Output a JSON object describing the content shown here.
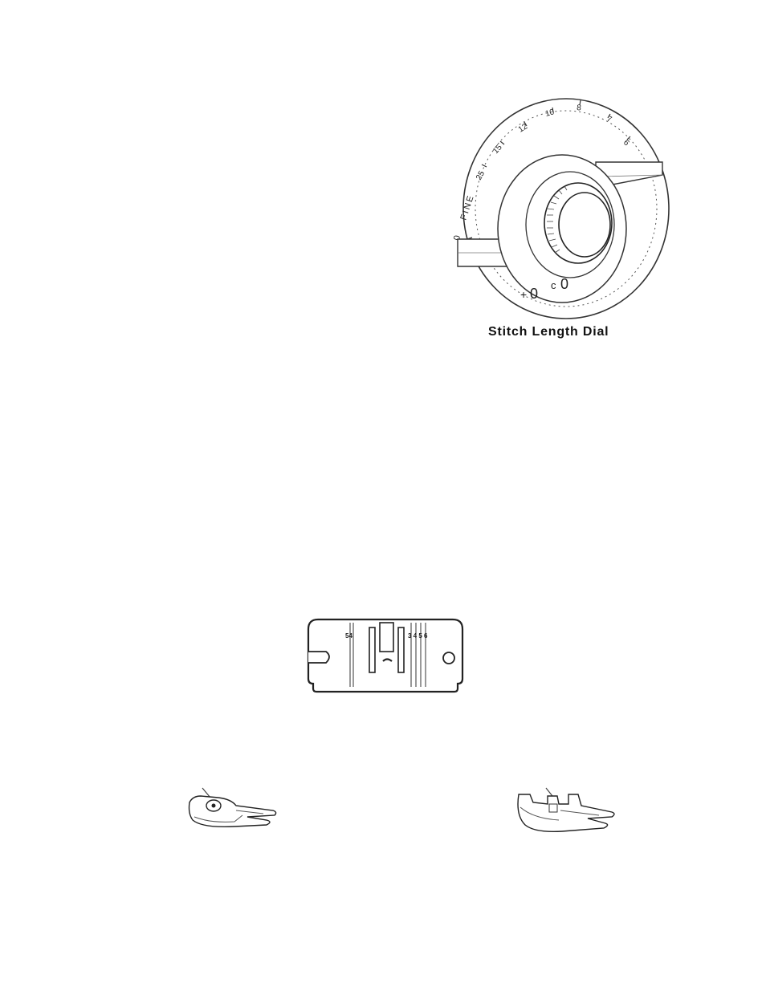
{
  "dial": {
    "caption": "Stitch Length Dial",
    "scale_marks": [
      "0",
      "FINE",
      "25",
      "15",
      "12",
      "10",
      "8",
      "7",
      "6"
    ],
    "setting_symbols": [
      "+",
      "0",
      "c",
      "0"
    ]
  },
  "needle_plate": {
    "left_mark": "54",
    "right_marks": "3 4 5 6"
  },
  "presser_feet": {
    "left": "zigzag-presser-foot-icon",
    "right": "straight-stitch-presser-foot-icon"
  }
}
